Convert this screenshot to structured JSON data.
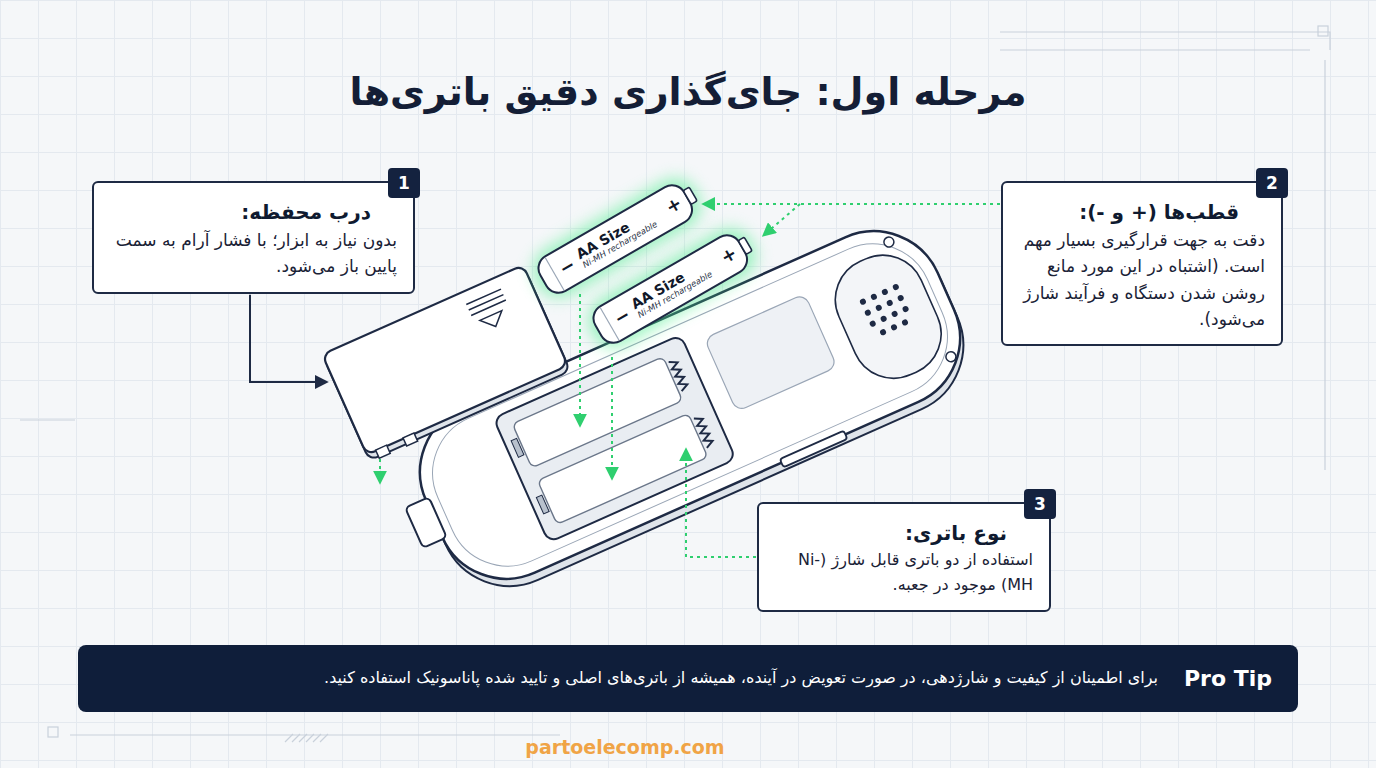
{
  "diagram": {
    "title": "مرحله اول: جای‌گذاری دقیق باتری‌ها",
    "nodes": [
      {
        "text": [
          "درب محفظه:",
          "بدون نیاز به ابزار؛ با فشار آرام به سمت پایین باز می‌شود."
        ]
      },
      {
        "text": [
          "1"
        ],
        "in": 0
      },
      {
        "text": [
          "قطب‌ها (+ و -):",
          "دقت به جهت قرارگیری بسیار مهم است. (اشتباه در این مورد مانع روشن شدن دستگاه و فرآیند شارژ می‌شود)."
        ]
      },
      {
        "text": [
          "2"
        ],
        "in": 2
      },
      {
        "text": [
          "نوع باتری:",
          "استفاده از دو باتری قابل شارژ (Ni-MH) موجود در جعبه."
        ]
      },
      {
        "text": [
          "3"
        ],
        "in": 4
      },
      {
        "text": [
          "Pro Tip",
          "برای اطمینان از کیفیت و شارژدهی، در صورت تعویض در آینده، همیشه از باتری‌های اصلی و تایید شده پاناسونیک استفاده کنید."
        ]
      }
    ],
    "labels": [
      "−",
      "AA Size",
      "Ni-MH rechargeable",
      "+",
      "−",
      "AA Size",
      "Ni-MH rechargeable",
      "+",
      "partoelecomp.com"
    ]
  }
}
